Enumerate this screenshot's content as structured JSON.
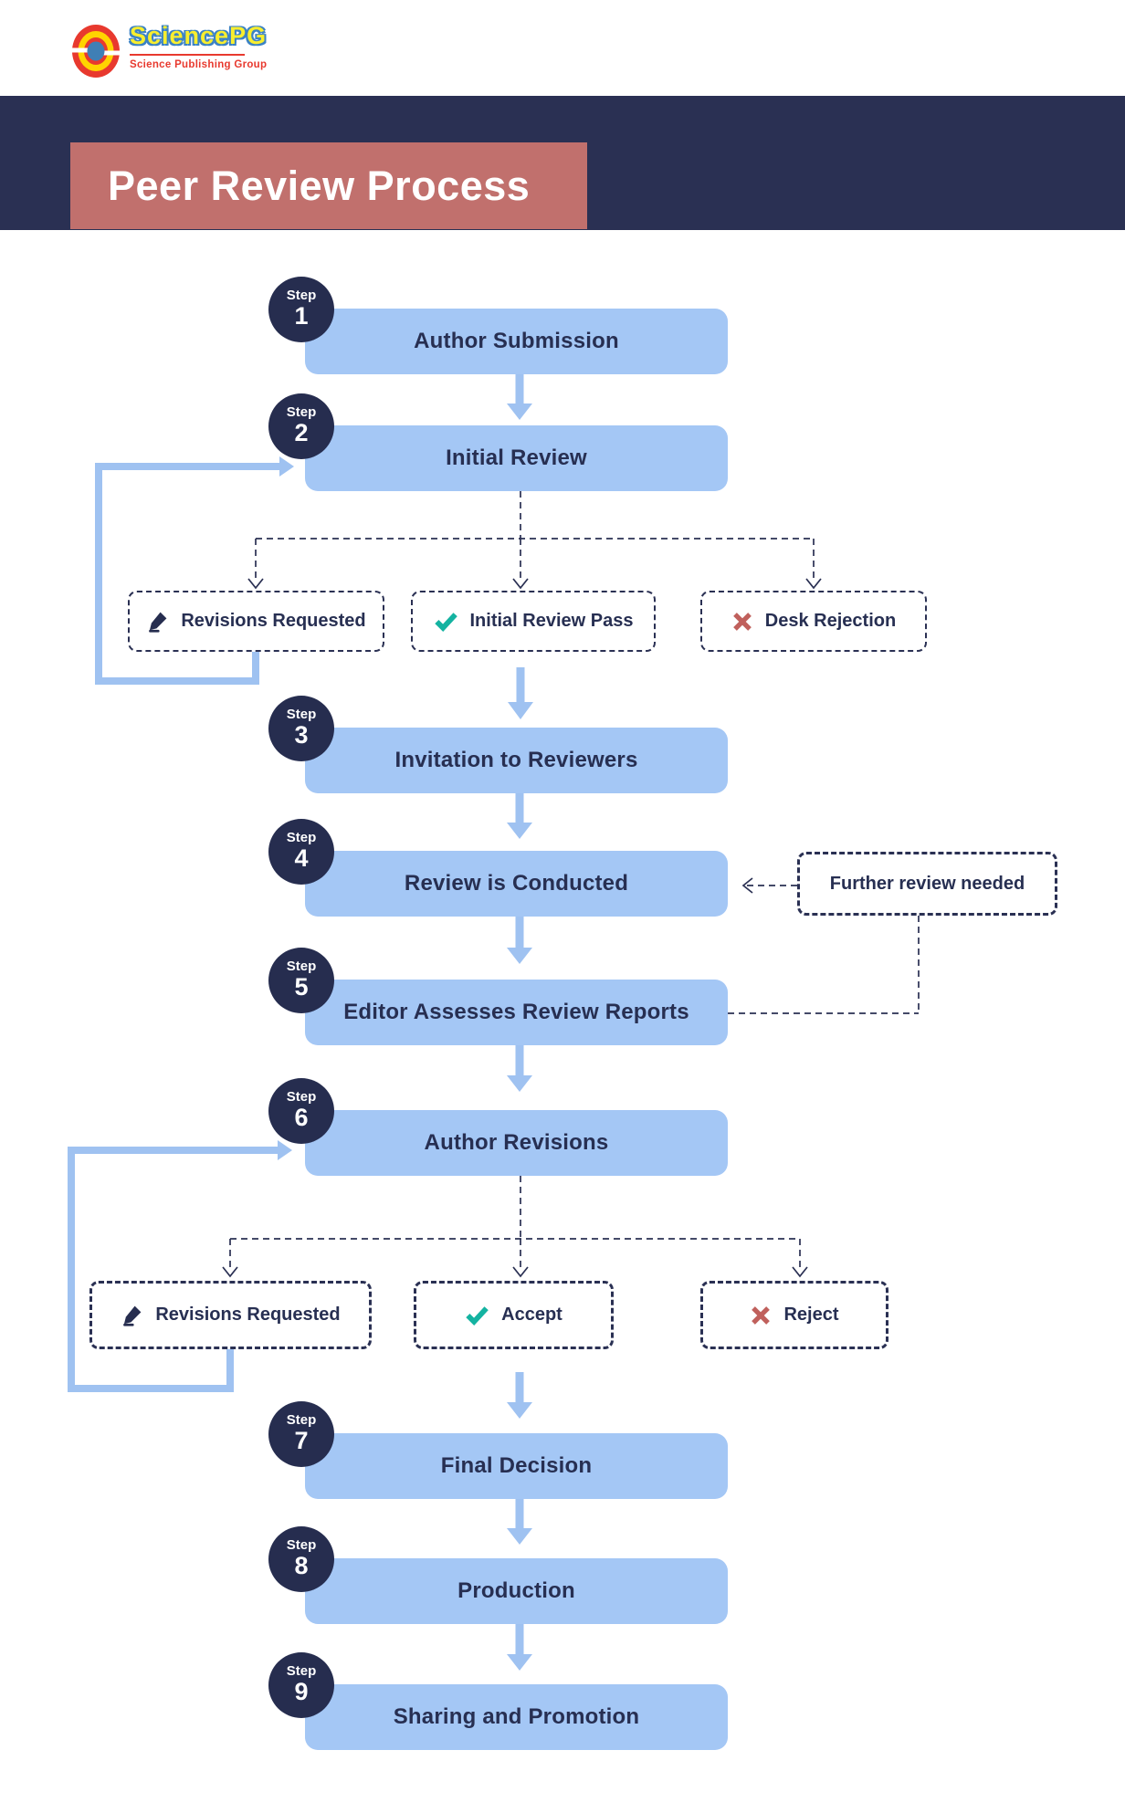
{
  "logo": {
    "brand": "SciencePG",
    "tagline": "Science Publishing Group"
  },
  "header": {
    "title": "Peer Review Process"
  },
  "badge_word": "Step",
  "steps": [
    {
      "number": "1",
      "label": "Author Submission"
    },
    {
      "number": "2",
      "label": "Initial Review"
    },
    {
      "number": "3",
      "label": "Invitation to Reviewers"
    },
    {
      "number": "4",
      "label": "Review is Conducted"
    },
    {
      "number": "5",
      "label": "Editor Assesses Review Reports"
    },
    {
      "number": "6",
      "label": "Author Revisions"
    },
    {
      "number": "7",
      "label": "Final Decision"
    },
    {
      "number": "8",
      "label": "Production"
    },
    {
      "number": "9",
      "label": "Sharing and Promotion"
    }
  ],
  "outcomes_row1": [
    {
      "icon": "pencil-icon",
      "label": "Revisions Requested"
    },
    {
      "icon": "check-icon",
      "label": "Initial Review Pass"
    },
    {
      "icon": "cross-icon",
      "label": "Desk Rejection"
    }
  ],
  "outcomes_row2": [
    {
      "icon": "pencil-icon",
      "label": "Revisions Requested"
    },
    {
      "icon": "check-icon",
      "label": "Accept"
    },
    {
      "icon": "cross-icon",
      "label": "Reject"
    }
  ],
  "side_note": {
    "label": "Further review needed"
  },
  "colors": {
    "navy_band": "#2a3053",
    "badge_navy": "#262d4f",
    "rose": "#c1706d",
    "box_blue": "#a4c7f5",
    "arrow_blue": "#9fc2f1",
    "teal": "#14b3a1",
    "red": "#c0605c",
    "text_navy": "#272f52",
    "logo_red": "#e8392e",
    "logo_yellow": "#f8ee2e",
    "logo_blue": "#3b82c4"
  }
}
